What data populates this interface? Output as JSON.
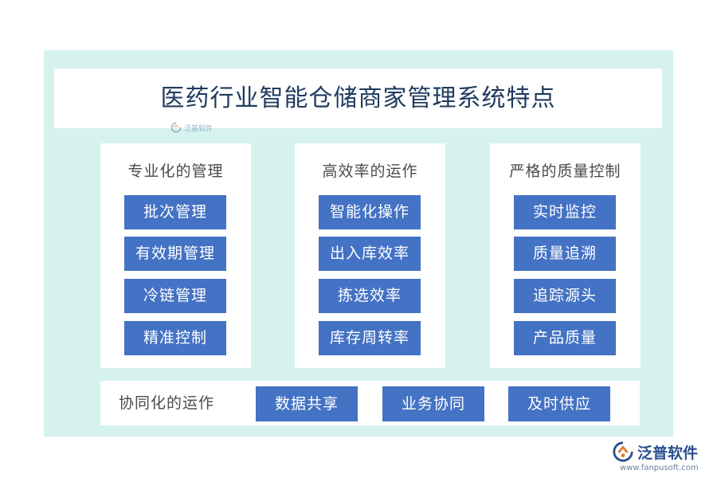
{
  "title": "医药行业智能仓储商家管理系统特点",
  "watermark_small": {
    "text": "泛普软件"
  },
  "columns": [
    {
      "heading": "专业化的管理",
      "items": [
        "批次管理",
        "有效期管理",
        "冷链管理",
        "精准控制"
      ]
    },
    {
      "heading": "高效率的运作",
      "items": [
        "智能化操作",
        "出入库效率",
        "拣选效率",
        "库存周转率"
      ]
    },
    {
      "heading": "严格的质量控制",
      "items": [
        "实时监控",
        "质量追溯",
        "追踪源头",
        "产品质量"
      ]
    }
  ],
  "bottom": {
    "label": "协同化的运作",
    "items": [
      "数据共享",
      "业务协同",
      "及时供应"
    ]
  },
  "logo": {
    "name": "泛普软件",
    "url": "www.fanpusoft.com",
    "icon": "fanpu-logo-icon"
  },
  "colors": {
    "frame": "#d5f2ee",
    "button": "#4472c4",
    "title_text": "#1e3a5f",
    "panel": "#ffffff"
  }
}
